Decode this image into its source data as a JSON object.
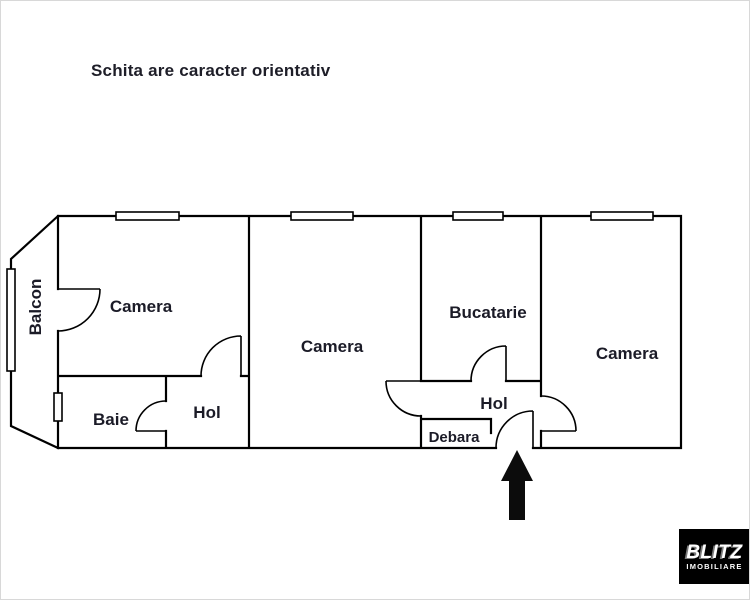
{
  "title": "Schita are caracter orientativ",
  "floorplan": {
    "rooms": {
      "balcon": "Balcon",
      "camera_left": "Camera",
      "baie": "Baie",
      "hol_left": "Hol",
      "camera_middle": "Camera",
      "bucatarie": "Bucatarie",
      "hol_right": "Hol",
      "debara": "Debara",
      "camera_right": "Camera"
    },
    "icons": {
      "entrance_arrow": "up-arrow",
      "window": "double-line-window",
      "door": "quarter-circle-door-swing"
    }
  },
  "logo": {
    "name": "BLITZ",
    "subtitle": "IMOBILIARE"
  },
  "colors": {
    "wall": "#000000",
    "label": "#1b1b27",
    "background": "#ffffff",
    "logo_background": "#000000",
    "logo_text": "#ffffff"
  }
}
